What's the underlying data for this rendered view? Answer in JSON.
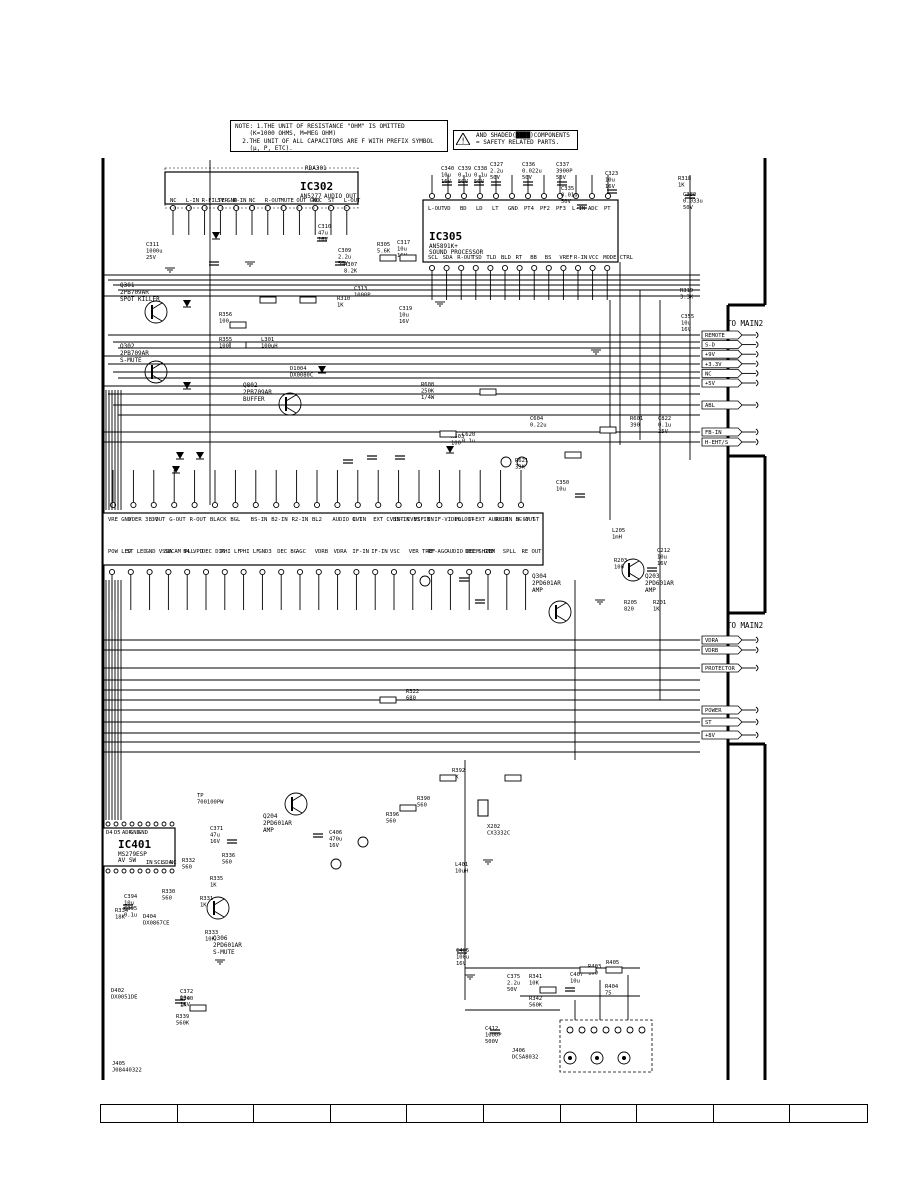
{
  "notes": {
    "line1": "NOTE: 1.THE UNIT OF RESISTANCE \"OHM\" IS OMITTED",
    "line2": "    (K=1000 OHMS, M=MEG OHM)",
    "line3": "  2.THE UNIT OF ALL CAPACITORS ARE F WITH PREFIX SYMBOL",
    "line4": "    (µ, P, ETC)."
  },
  "warning": {
    "line1": "AND SHADED(████)COMPONENTS",
    "line2": "= SAFETY RELATED PARTS."
  },
  "ics": {
    "ic302": {
      "name": "IC302",
      "part": "AN5277",
      "desc": "AUDIO OUT",
      "prefix": "RDA301"
    },
    "ic305": {
      "name": "IC305",
      "part": "AN5891K+",
      "desc": "SOUND PROCESSOR"
    },
    "ic401": {
      "name": "IC401",
      "part": "MS279ESP",
      "desc": "AV SW"
    },
    "ic_main_pins": [
      "VRE GND",
      "VDER 3.3V",
      "B-OUT",
      "G-OUT",
      "R-OUT",
      "BLACK",
      "BGL",
      "BS-IN",
      "B2-IN",
      "R2-IN",
      "BL2",
      "AUDIO OUT",
      "C-IN",
      "EXT CVBS-IN",
      "INT CVBS-IN",
      "VIF IN",
      "IF-VIDEO OUT",
      "PLL 1+",
      "EXT AUD-IN",
      "RB-IN SC-OUT",
      "H-SY ST"
    ],
    "ic_main_pins_bottom": [
      "POW LED",
      "ST LED",
      "GND VSSA",
      "SECAM PLL",
      "B4 VPD",
      "DEC DIG",
      "PHI LF",
      "PHI LF",
      "GND3",
      "DEC BG",
      "AGC",
      "VDRB",
      "VDRA",
      "IF-IN",
      "IF-IN",
      "VSC",
      "VER TREF",
      "RF-AGC",
      "AUDIO DEEM",
      "DEC SHIEM",
      "GND",
      "SPLL",
      "RE OUT"
    ]
  },
  "ic302_pins": [
    "NC",
    "L-IN",
    "R-FILTER",
    "SV GND",
    "R-IN",
    "NC",
    "R-OUT",
    "MUTE",
    "OUT GND",
    "VCC",
    "ST",
    "L-OUT"
  ],
  "ic305_pins_top": [
    "L-OUT",
    "VD",
    "BD",
    "LD",
    "LT",
    "GND",
    "PT4",
    "PF2",
    "PF3",
    "L-IN",
    "ADC",
    "PT"
  ],
  "ic305_pins_bottom": [
    "SCL",
    "SDA",
    "R-OUT",
    "TSD",
    "TLD",
    "BLD",
    "RT",
    "BB",
    "BS",
    "VREF",
    "R-IN",
    "VCC",
    "MODE CTRL"
  ],
  "ic401_pins": [
    "D4",
    "D5",
    "ADR",
    "GND",
    "GND",
    "IN",
    "SCL",
    "SDA",
    "NC"
  ],
  "transistors": [
    {
      "ref": "Q301",
      "part": "2PB709AR",
      "func": "SPOT KILLER"
    },
    {
      "ref": "Q302",
      "part": "2PB709AR",
      "func": "S-MUTE"
    },
    {
      "ref": "Q802",
      "part": "2PB709AR",
      "func": "BUFFER"
    },
    {
      "ref": "Q203",
      "part": "2PD601AR",
      "func": "AMP"
    },
    {
      "ref": "Q304",
      "part": "2PD601AR",
      "func": "AMP"
    },
    {
      "ref": "Q204",
      "part": "2PD601AR",
      "func": "AMP"
    },
    {
      "ref": "Q306",
      "part": "2PD601AR",
      "func": "S-MUTE"
    }
  ],
  "connector_labels": [
    "REMOTE",
    "S-D",
    "+9V",
    "+3.3V",
    "NC",
    "+5V",
    "ABL",
    "FB-IN",
    "H-EHT/S"
  ],
  "connector_labels2": [
    "VDRA",
    "VDRB",
    "PROTECTOR",
    "POWER",
    "ST",
    "+8V"
  ],
  "to_main": {
    "a": "TO MAIN2",
    "b": "TO MAIN2"
  },
  "parts": {
    "c340": "C340 10u 16V",
    "c339": "C339 0.1u 50V",
    "c338": "C338 0.1u 50V",
    "c327": "C327 2.2u 50V",
    "c336": "C336 0.022u 50V",
    "c337": "C337 3900P 50V",
    "c335": "C335 0.01u 50V",
    "c323": "C323 10u 16V",
    "r318": "R318 1K",
    "c380": "C380 0.033u 50V",
    "c311": "C311 1000u 25V",
    "r305": "R305 5.6K",
    "c317": "C317 10u 16V",
    "c310": "C310 47u 16V",
    "c309": "C309 2.2u 50V",
    "r307": "R307 8.2K",
    "c313": "C313 1000P",
    "r310": "R310 1K",
    "c319": "C319 10u 16V",
    "r319": "R319 3.3K",
    "c355": "C355 10u 16V",
    "r356": "R356 100",
    "r355": "R355 100",
    "l301": "L301 100uH",
    "d1004": "D1004 DX0080C",
    "r608": "R608 250K 1/4W",
    "r601": "R601 390",
    "c822": "C822 0.1u 25V",
    "r603": "R603 100",
    "c604": "C604 0.22u",
    "c620": "C620 0.1u",
    "r621": "R621 33K",
    "c350": "C350 10u",
    "l205": "L205 1mH",
    "c212": "C212 10u 16V",
    "r203": "R203 100",
    "r205": "R205 820",
    "r201": "R201 1K",
    "c406": "C406 470u 16V",
    "r322": "R322 680",
    "r392": "R392 1K",
    "r396": "R396 560",
    "r390": "R390 560",
    "x202": "X202 CX3332C",
    "l401": "L401 10uH",
    "c405": "C405 100u 16V",
    "c407": "C407 10u",
    "r403": "R403 100",
    "r405": "R405 100",
    "r404": "R404 75",
    "c375": "C375 2.2u 50V",
    "r341": "R341 10K",
    "r342": "R342 560K",
    "c412": "C412 1000P 500V",
    "c372": "C372 10u 16V",
    "r339": "R339 560K",
    "r340": "R340 1K",
    "j406": "J406 DCSA8032",
    "j405": "J405 J08440322",
    "d402": "D402 DX0051DE",
    "r333": "R333 10K",
    "c371": "C371 47u 16V",
    "r336": "R336 560",
    "r335": "R335 1K",
    "c394": "C394 10u",
    "c395": "C395 0.1u",
    "d404": "D404 DX0867CE",
    "r334": "R334 18K",
    "r332": "R332 560",
    "r330": "R330 560",
    "r331": "R331 1K",
    "tp": "TP 700100PW"
  },
  "footer_cells": [
    "",
    "",
    "",
    "",
    "",
    "",
    "",
    "",
    "",
    ""
  ]
}
